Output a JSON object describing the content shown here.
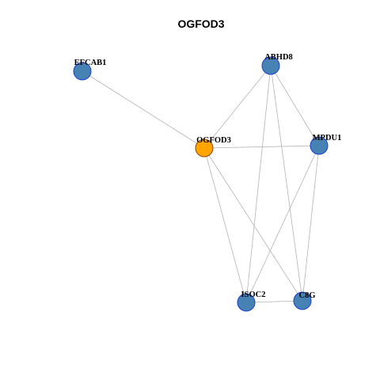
{
  "title": "OGFOD3",
  "colors": {
    "focus_fill": "#FFA500",
    "node_fill": "#4682B4",
    "node_stroke": "#1C3FCF",
    "focus_stroke": "#8B4513",
    "edge": "#B4B4B4"
  },
  "nodes": [
    {
      "id": "EFCAB1",
      "label": "EFCAB1",
      "role": "neighbor"
    },
    {
      "id": "ABHD8",
      "label": "ABHD8",
      "role": "neighbor"
    },
    {
      "id": "OGFOD3",
      "label": "OGFOD3",
      "role": "focus"
    },
    {
      "id": "MPDU1",
      "label": "MPDU1",
      "role": "neighbor"
    },
    {
      "id": "ISOC2",
      "label": "ISOC2",
      "role": "neighbor"
    },
    {
      "id": "C8G",
      "label": "C8G",
      "role": "neighbor"
    }
  ],
  "edges": [
    [
      "EFCAB1",
      "OGFOD3"
    ],
    [
      "ABHD8",
      "OGFOD3"
    ],
    [
      "ABHD8",
      "MPDU1"
    ],
    [
      "ABHD8",
      "ISOC2"
    ],
    [
      "ABHD8",
      "C8G"
    ],
    [
      "OGFOD3",
      "MPDU1"
    ],
    [
      "OGFOD3",
      "ISOC2"
    ],
    [
      "OGFOD3",
      "C8G"
    ],
    [
      "MPDU1",
      "ISOC2"
    ],
    [
      "MPDU1",
      "C8G"
    ],
    [
      "ISOC2",
      "C8G"
    ]
  ]
}
